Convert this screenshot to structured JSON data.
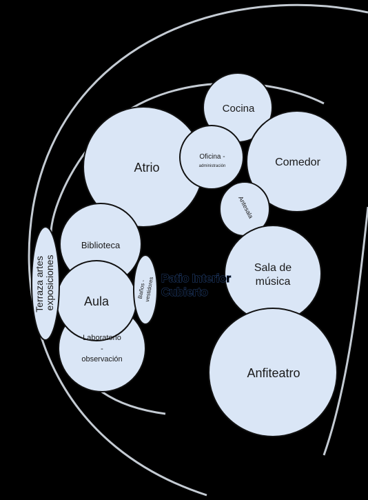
{
  "colors": {
    "background": "#000000",
    "bubble_fill": "#dae6f6",
    "bubble_stroke": "#111111",
    "ring": "#e6eef8",
    "label_dark": "#1a1a1a",
    "label_blue": "#1f3a66"
  },
  "spaces": {
    "cocina": "Cocina",
    "atrio": "Atrio",
    "oficina_main": "Oficina -",
    "oficina_sub": "administración",
    "comedor": "Comedor",
    "antesala": "Antesala",
    "biblioteca": "Biblioteca",
    "terraza_1": "Terraza artes",
    "terraza_2": "exposiciones",
    "banos_1": "Baños -",
    "banos_2": "vestidores",
    "aula": "Aula",
    "lab_1": "Laboratorio",
    "lab_2": "-",
    "lab_3": "observación",
    "sala_1": "Sala de",
    "sala_2": "música",
    "anfiteatro": "Anfiteatro"
  },
  "outdoor": {
    "line_1": "Patio Interior",
    "line_2": "Cubierto"
  }
}
